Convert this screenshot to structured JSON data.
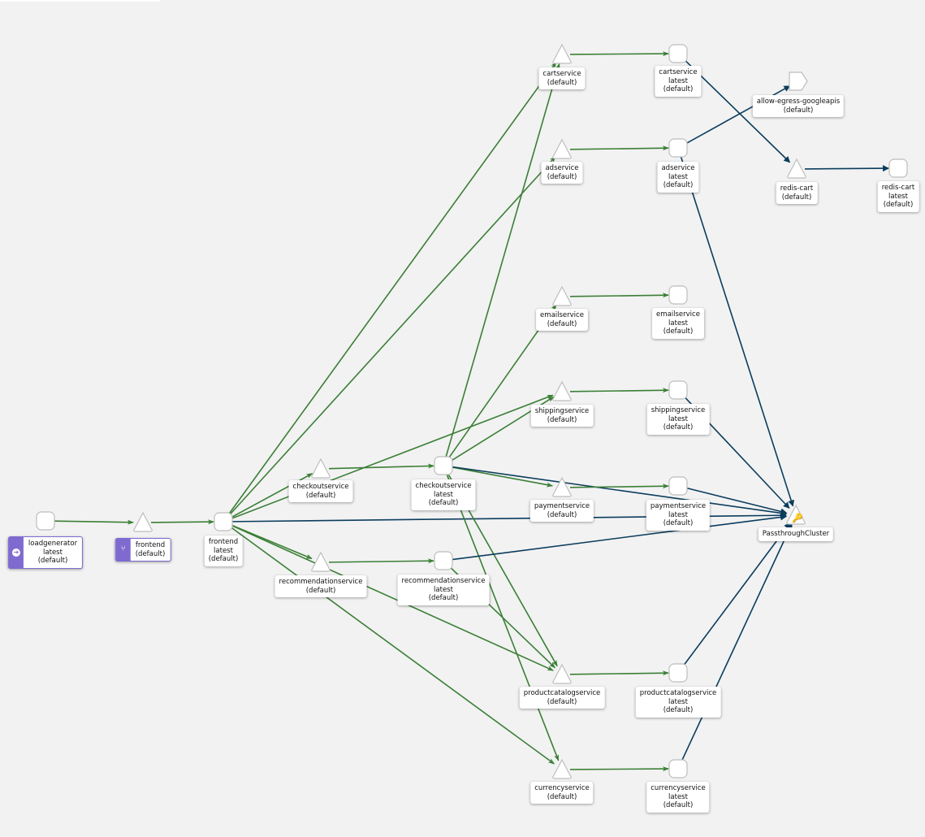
{
  "colors": {
    "http": "#3b7f36",
    "tcp": "#0b3d5e",
    "group": "#7f6ad0",
    "node_border": "#bdbdbd"
  },
  "nodes": [
    {
      "id": "loadgen",
      "shape": "app",
      "lines": [
        "loadgenerator",
        "latest",
        "(default)"
      ],
      "badge": "arrow-right-circle-icon"
    },
    {
      "id": "frontend_svc",
      "shape": "svc",
      "lines": [
        "frontend",
        "(default)"
      ],
      "badge": "branch-icon"
    },
    {
      "id": "frontend_app",
      "shape": "app",
      "lines": [
        "frontend",
        "latest",
        "(default)"
      ]
    },
    {
      "id": "checkout_svc",
      "shape": "svc",
      "lines": [
        "checkoutservice",
        "(default)"
      ]
    },
    {
      "id": "recommend_svc",
      "shape": "svc",
      "lines": [
        "recommendationservice",
        "(default)"
      ]
    },
    {
      "id": "cart_svc",
      "shape": "svc",
      "lines": [
        "cartservice",
        "(default)"
      ]
    },
    {
      "id": "cart_app",
      "shape": "app",
      "lines": [
        "cartservice",
        "latest",
        "(default)"
      ]
    },
    {
      "id": "ad_svc",
      "shape": "svc",
      "lines": [
        "adservice",
        "(default)"
      ]
    },
    {
      "id": "ad_app",
      "shape": "app",
      "lines": [
        "adservice",
        "latest",
        "(default)"
      ]
    },
    {
      "id": "egress",
      "shape": "se",
      "lines": [
        "allow-egress-googleapis",
        "(default)"
      ]
    },
    {
      "id": "redis_svc",
      "shape": "svc",
      "lines": [
        "redis-cart",
        "(default)"
      ]
    },
    {
      "id": "redis_app",
      "shape": "app",
      "lines": [
        "redis-cart",
        "latest",
        "(default)"
      ]
    },
    {
      "id": "email_svc",
      "shape": "svc",
      "lines": [
        "emailservice",
        "(default)"
      ]
    },
    {
      "id": "email_app",
      "shape": "app",
      "lines": [
        "emailservice",
        "latest",
        "(default)"
      ]
    },
    {
      "id": "shipping_svc",
      "shape": "svc",
      "lines": [
        "shippingservice",
        "(default)"
      ]
    },
    {
      "id": "shipping_app",
      "shape": "app",
      "lines": [
        "shippingservice",
        "latest",
        "(default)"
      ]
    },
    {
      "id": "checkout_app",
      "shape": "app",
      "lines": [
        "checkoutservice",
        "latest",
        "(default)"
      ]
    },
    {
      "id": "payment_svc",
      "shape": "svc",
      "lines": [
        "paymentservice",
        "(default)"
      ]
    },
    {
      "id": "payment_app",
      "shape": "app",
      "lines": [
        "paymentservice",
        "latest",
        "(default)"
      ]
    },
    {
      "id": "passthrough",
      "shape": "pt",
      "lines": [
        "PassthroughCluster"
      ]
    },
    {
      "id": "recommend_app",
      "shape": "app",
      "lines": [
        "recommendationservice",
        "latest",
        "(default)"
      ]
    },
    {
      "id": "catalog_svc",
      "shape": "svc",
      "lines": [
        "productcatalogservice",
        "(default)"
      ]
    },
    {
      "id": "catalog_app",
      "shape": "app",
      "lines": [
        "productcatalogservice",
        "latest",
        "(default)"
      ]
    },
    {
      "id": "currency_svc",
      "shape": "svc",
      "lines": [
        "currencyservice",
        "(default)"
      ]
    },
    {
      "id": "currency_app",
      "shape": "app",
      "lines": [
        "currencyservice",
        "latest",
        "(default)"
      ]
    }
  ],
  "edges": [
    [
      "loadgen",
      "frontend_svc",
      "http"
    ],
    [
      "frontend_svc",
      "frontend_app",
      "http"
    ],
    [
      "frontend_app",
      "cart_svc",
      "http"
    ],
    [
      "frontend_app",
      "ad_svc",
      "http"
    ],
    [
      "frontend_app",
      "checkout_svc",
      "http"
    ],
    [
      "frontend_app",
      "recommend_svc",
      "http"
    ],
    [
      "frontend_app",
      "shipping_svc",
      "http"
    ],
    [
      "frontend_app",
      "currency_svc",
      "http"
    ],
    [
      "frontend_app",
      "catalog_svc",
      "http"
    ],
    [
      "frontend_app",
      "passthrough",
      "tcp"
    ],
    [
      "checkout_svc",
      "checkout_app",
      "http"
    ],
    [
      "checkout_app",
      "cart_svc",
      "http"
    ],
    [
      "checkout_app",
      "email_svc",
      "http"
    ],
    [
      "checkout_app",
      "shipping_svc",
      "http"
    ],
    [
      "checkout_app",
      "payment_svc",
      "http"
    ],
    [
      "checkout_app",
      "catalog_svc",
      "http"
    ],
    [
      "checkout_app",
      "currency_svc",
      "http"
    ],
    [
      "checkout_app",
      "passthrough",
      "tcp"
    ],
    [
      "recommend_svc",
      "recommend_app",
      "http"
    ],
    [
      "recommend_app",
      "catalog_svc",
      "http"
    ],
    [
      "recommend_app",
      "passthrough",
      "tcp"
    ],
    [
      "cart_svc",
      "cart_app",
      "http"
    ],
    [
      "ad_svc",
      "ad_app",
      "http"
    ],
    [
      "email_svc",
      "email_app",
      "http"
    ],
    [
      "shipping_svc",
      "shipping_app",
      "http"
    ],
    [
      "payment_svc",
      "payment_app",
      "http"
    ],
    [
      "catalog_svc",
      "catalog_app",
      "http"
    ],
    [
      "currency_svc",
      "currency_app",
      "http"
    ],
    [
      "cart_app",
      "redis_svc",
      "tcp"
    ],
    [
      "redis_svc",
      "redis_app",
      "tcp"
    ],
    [
      "ad_app",
      "egress",
      "tcp"
    ],
    [
      "ad_app",
      "passthrough",
      "tcp"
    ],
    [
      "shipping_app",
      "passthrough",
      "tcp"
    ],
    [
      "payment_app",
      "passthrough",
      "tcp"
    ],
    [
      "catalog_app",
      "passthrough",
      "tcp"
    ],
    [
      "currency_app",
      "passthrough",
      "tcp"
    ]
  ]
}
